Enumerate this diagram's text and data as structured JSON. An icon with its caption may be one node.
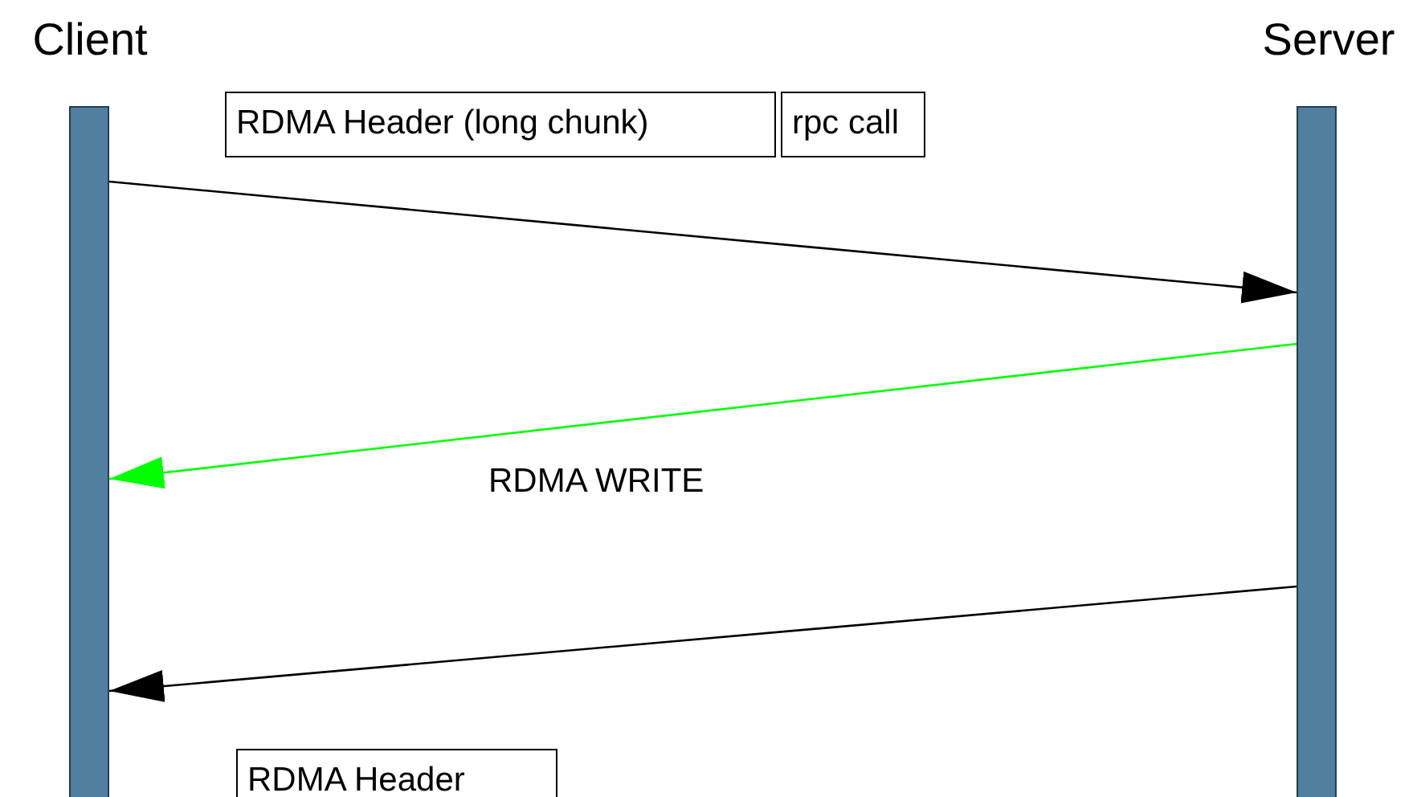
{
  "diagram": {
    "nodes": [
      {
        "text": [
          "Client"
        ]
      },
      {
        "text": [
          "Server"
        ]
      },
      {
        "text": [
          "RDMA Header (long chunk)"
        ]
      },
      {
        "text": [
          "rpc call"
        ]
      },
      {
        "text": [
          "RDMA Header"
        ]
      }
    ],
    "edges": [
      {
        "from": 0,
        "to": 1,
        "arrow": "to"
      },
      {
        "from": 1,
        "to": 0,
        "arrow": "to",
        "label": "RDMA WRITE",
        "color": "#00ff00"
      },
      {
        "from": 1,
        "to": 0,
        "arrow": "to"
      }
    ]
  }
}
